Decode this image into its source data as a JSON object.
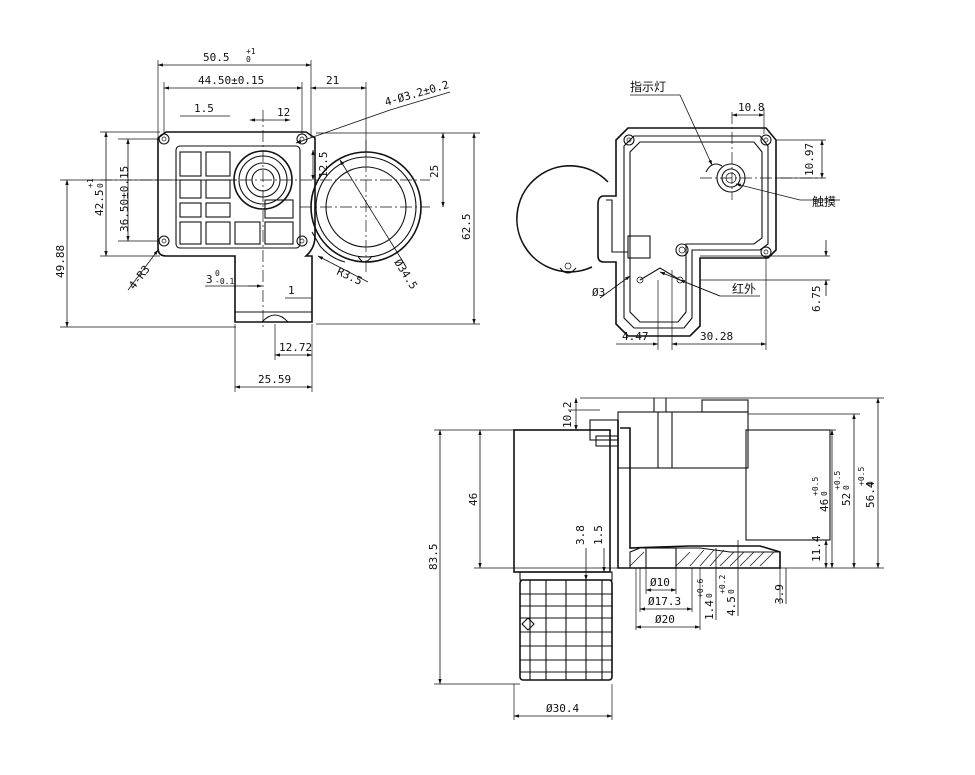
{
  "top_view": {
    "width_total": "50.5",
    "width_total_tol_upper": "+1",
    "width_total_tol_lower": "0",
    "hole_span": "44.50±0.15",
    "offset_21": "21",
    "holes": "4-Ø3.2±0.2",
    "dim_1_5": "1.5",
    "dim_12": "12",
    "dim_12_5": "12.5",
    "dim_25": "25",
    "dim_62_5": "62.5",
    "dim_42_5": "42.5",
    "dim_42_5_tol_upper": "+1",
    "dim_42_5_tol_lower": "0",
    "dim_36_5": "36.50±0.15",
    "dim_49_88": "49.88",
    "corner_r": "4-R3",
    "dim_3": "3",
    "dim_3_tol_upper": "0",
    "dim_3_tol_lower": "-0.1",
    "dim_1": "1",
    "radius_3_5": "R3.5",
    "dia_34_5": "Ø34.5",
    "dim_12_72": "12.72",
    "dim_25_59": "25.59"
  },
  "back_view": {
    "indicator": "指示灯",
    "dim_10_8": "10.8",
    "dim_10_97": "10.97",
    "touch": "触摸",
    "dia_3": "Ø3",
    "infrared": "红外",
    "dim_6_75": "6.75",
    "dim_4_47": "4.47",
    "dim_30_28": "30.28"
  },
  "side_view": {
    "dim_10_2": "10.2",
    "dim_46": "46",
    "dim_83_5": "83.5",
    "dim_3_8": "3.8",
    "dim_1_5": "1.5",
    "dia_10": "Ø10",
    "dia_17_3": "Ø17.3",
    "dia_20": "Ø20",
    "dim_1_4": "1.4",
    "dim_1_4_tol_upper": "+0.6",
    "dim_1_4_tol_lower": "0",
    "dim_4_5": "4.5",
    "dim_4_5_tol_upper": "+0.2",
    "dim_4_5_tol_lower": "0",
    "dim_3_9": "3.9",
    "dim_11_4": "11.4",
    "dim_46b": "46",
    "dim_46b_tol_upper": "+0.5",
    "dim_46b_tol_lower": "0",
    "dim_52": "52",
    "dim_52_tol_upper": "+0.5",
    "dim_52_tol_lower": "0",
    "dim_56_4": "56.4",
    "dim_56_4_tol_upper": "+0.5",
    "dim_56_4_tol_lower": "0",
    "dia_30_4": "Ø30.4"
  }
}
